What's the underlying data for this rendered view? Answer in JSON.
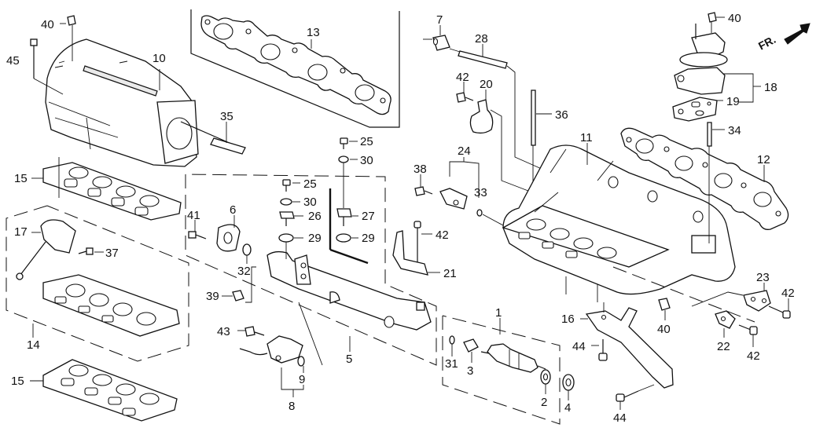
{
  "diagram": {
    "title": "Intake Manifold Exploded Parts Diagram",
    "orientation_marker": {
      "label": "FR.",
      "icon": "front-arrow-icon"
    },
    "callouts": [
      {
        "id": "c1",
        "num": "1"
      },
      {
        "id": "c2",
        "num": "2"
      },
      {
        "id": "c3",
        "num": "3"
      },
      {
        "id": "c4",
        "num": "4"
      },
      {
        "id": "c5",
        "num": "5"
      },
      {
        "id": "c6",
        "num": "6"
      },
      {
        "id": "c7",
        "num": "7"
      },
      {
        "id": "c8",
        "num": "8"
      },
      {
        "id": "c9",
        "num": "9"
      },
      {
        "id": "c10",
        "num": "10"
      },
      {
        "id": "c11",
        "num": "11"
      },
      {
        "id": "c12",
        "num": "12"
      },
      {
        "id": "c13",
        "num": "13"
      },
      {
        "id": "c14",
        "num": "14"
      },
      {
        "id": "c15a",
        "num": "15"
      },
      {
        "id": "c15b",
        "num": "15"
      },
      {
        "id": "c16",
        "num": "16"
      },
      {
        "id": "c17",
        "num": "17"
      },
      {
        "id": "c18",
        "num": "18"
      },
      {
        "id": "c19",
        "num": "19"
      },
      {
        "id": "c20",
        "num": "20"
      },
      {
        "id": "c21",
        "num": "21"
      },
      {
        "id": "c22",
        "num": "22"
      },
      {
        "id": "c23",
        "num": "23"
      },
      {
        "id": "c24",
        "num": "24"
      },
      {
        "id": "c25a",
        "num": "25"
      },
      {
        "id": "c25b",
        "num": "25"
      },
      {
        "id": "c26",
        "num": "26"
      },
      {
        "id": "c27",
        "num": "27"
      },
      {
        "id": "c28",
        "num": "28"
      },
      {
        "id": "c29a",
        "num": "29"
      },
      {
        "id": "c29b",
        "num": "29"
      },
      {
        "id": "c30a",
        "num": "30"
      },
      {
        "id": "c30b",
        "num": "30"
      },
      {
        "id": "c31",
        "num": "31"
      },
      {
        "id": "c32",
        "num": "32"
      },
      {
        "id": "c33",
        "num": "33"
      },
      {
        "id": "c34",
        "num": "34"
      },
      {
        "id": "c35",
        "num": "35"
      },
      {
        "id": "c36",
        "num": "36"
      },
      {
        "id": "c37",
        "num": "37"
      },
      {
        "id": "c38",
        "num": "38"
      },
      {
        "id": "c39",
        "num": "39"
      },
      {
        "id": "c40a",
        "num": "40"
      },
      {
        "id": "c40b",
        "num": "40"
      },
      {
        "id": "c40c",
        "num": "40"
      },
      {
        "id": "c41",
        "num": "41"
      },
      {
        "id": "c42a",
        "num": "42"
      },
      {
        "id": "c42b",
        "num": "42"
      },
      {
        "id": "c42c",
        "num": "42"
      },
      {
        "id": "c42d",
        "num": "42"
      },
      {
        "id": "c43",
        "num": "43"
      },
      {
        "id": "c44a",
        "num": "44"
      },
      {
        "id": "c44b",
        "num": "44"
      },
      {
        "id": "c45",
        "num": "45"
      }
    ],
    "parts": {
      "intake_chamber": "intake-chamber",
      "upper_gasket": "chamber-gasket",
      "throttle_plate_assy": "throttle-plate-assembly",
      "lower_gasket": "lower-gasket",
      "exhaust_gasket_top": "exhaust-manifold-gasket-top",
      "intake_manifold": "intake-manifold",
      "manifold_gasket_right": "manifold-gasket-right",
      "egr_valve": "egr-valve",
      "egr_gasket": "egr-gasket",
      "fuel_rail": "fuel-rail",
      "pressure_regulator": "pressure-regulator",
      "fuel_injector": "fuel-injector",
      "manifold_stay": "manifold-stay",
      "sensor_assy": "sensor-assembly",
      "clamp": "hose-clamp"
    }
  }
}
